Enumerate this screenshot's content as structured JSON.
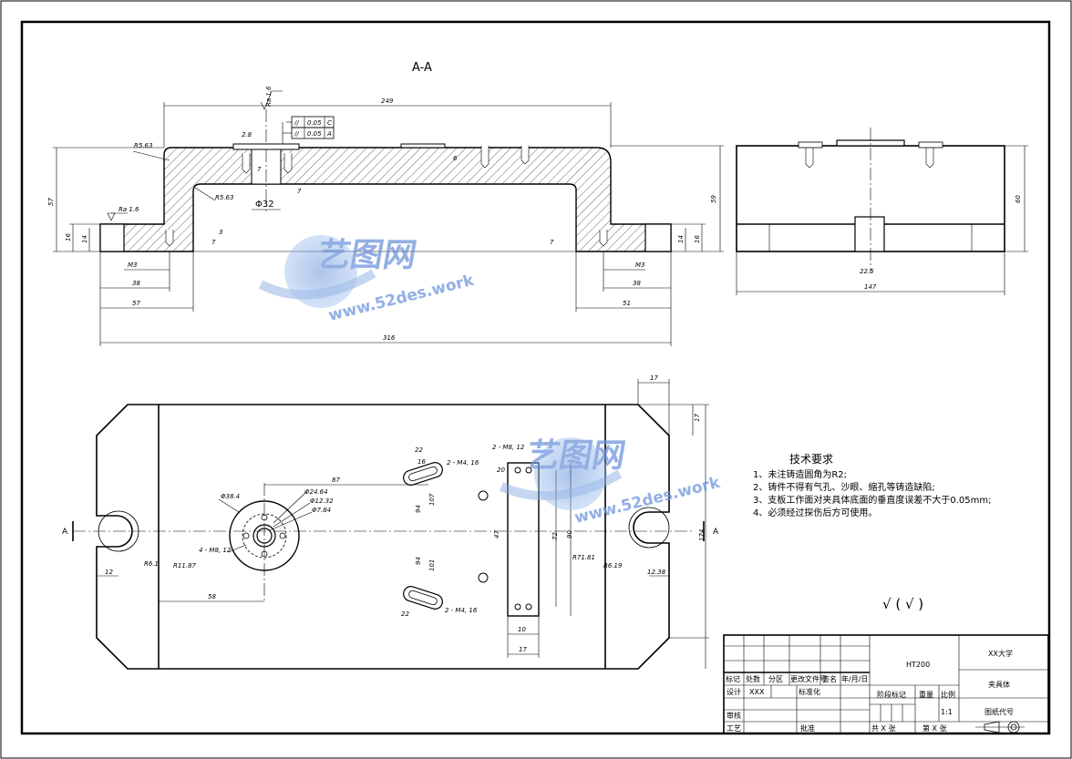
{
  "section_title": "A-A",
  "section_marker": "A",
  "front_view": {
    "dims": {
      "overall_length": "249",
      "total_length": "316",
      "left_height": "57",
      "right_height": "59",
      "left_step": "16",
      "left_step2": "14",
      "right_step": "16",
      "right_step2": "14",
      "fillet_top": "R5.63",
      "fillet_inner": "R5.63",
      "bore_dia": "Φ32",
      "left_m13": "M3",
      "right_m13": "M3",
      "left_38": "38",
      "left_57": "57",
      "right_38": "38",
      "right_51": "51",
      "small_28": "2.8",
      "small_7a": "7",
      "small_3": "3",
      "small_7b": "7",
      "small_7c": "7",
      "small_6": "6",
      "small_7d": "7",
      "ra_top": "Ra 1.6",
      "ra_left": "Ra 1.6",
      "tol1_val": "0.05",
      "tol1_ref": "C",
      "tol2_val": "0.05",
      "tol2_ref": "A"
    }
  },
  "side_view": {
    "dims": {
      "height": "60",
      "width": "147",
      "slot": "22.5"
    }
  },
  "top_view": {
    "dims": {
      "d17_top": "17",
      "d17_side": "17",
      "total_h": "174",
      "d87": "87",
      "d22_top": "22",
      "d16_top": "16",
      "slot_top": "2 - M4, 16",
      "hole_top": "2 - M8, 12",
      "d20": "20",
      "d47": "47",
      "d94a": "94",
      "d94b": "94",
      "d107": "107",
      "d101": "101",
      "d72": "72",
      "d90": "90",
      "r71": "R71.81",
      "d58": "58",
      "d22_bot": "22",
      "slot_bot": "2 - M4, 16",
      "d10": "10",
      "d17_bot": "17",
      "phi38": "Φ38.4",
      "phi24": "Φ24.64",
      "phi12": "Φ12.32",
      "phi7": "Φ7.84",
      "m8": "4 - M8, 12",
      "r6_l": "R6.1",
      "r11": "R11.87",
      "r6_r": "R6.19",
      "d12_l": "12",
      "d12_r": "12.38"
    }
  },
  "notes": {
    "title": "技术要求",
    "items": [
      "1、未注铸造圆角为R2;",
      "2、铸件不得有气孔、沙眼、缩孔等铸造缺陷;",
      "3、支板工作面对夹具体底面的垂直度误差不大于0.05mm;",
      "4、必须经过探伤后方可使用。"
    ]
  },
  "roughness_symbol": "√ ( √ )",
  "title_block": {
    "material": "HT200",
    "school": "XX大学",
    "part_name": "夹具体",
    "drawing_code": "图纸代号",
    "h_mark": "标记",
    "h_count": "处数",
    "h_zone": "分区",
    "h_doc": "更改文件号",
    "h_sign": "签名",
    "h_date": "年/月/日",
    "design": "设计",
    "designer": "XXX",
    "standard": "标准化",
    "stage": "阶段标记",
    "weight": "重量",
    "scale": "比例",
    "scale_val": "1:1",
    "review": "审核",
    "process": "工艺",
    "approve": "批准",
    "total": "共 X 张",
    "sheet": "第 X 张"
  },
  "watermark": {
    "brand": "艺图网",
    "url": "www.52des.work"
  }
}
